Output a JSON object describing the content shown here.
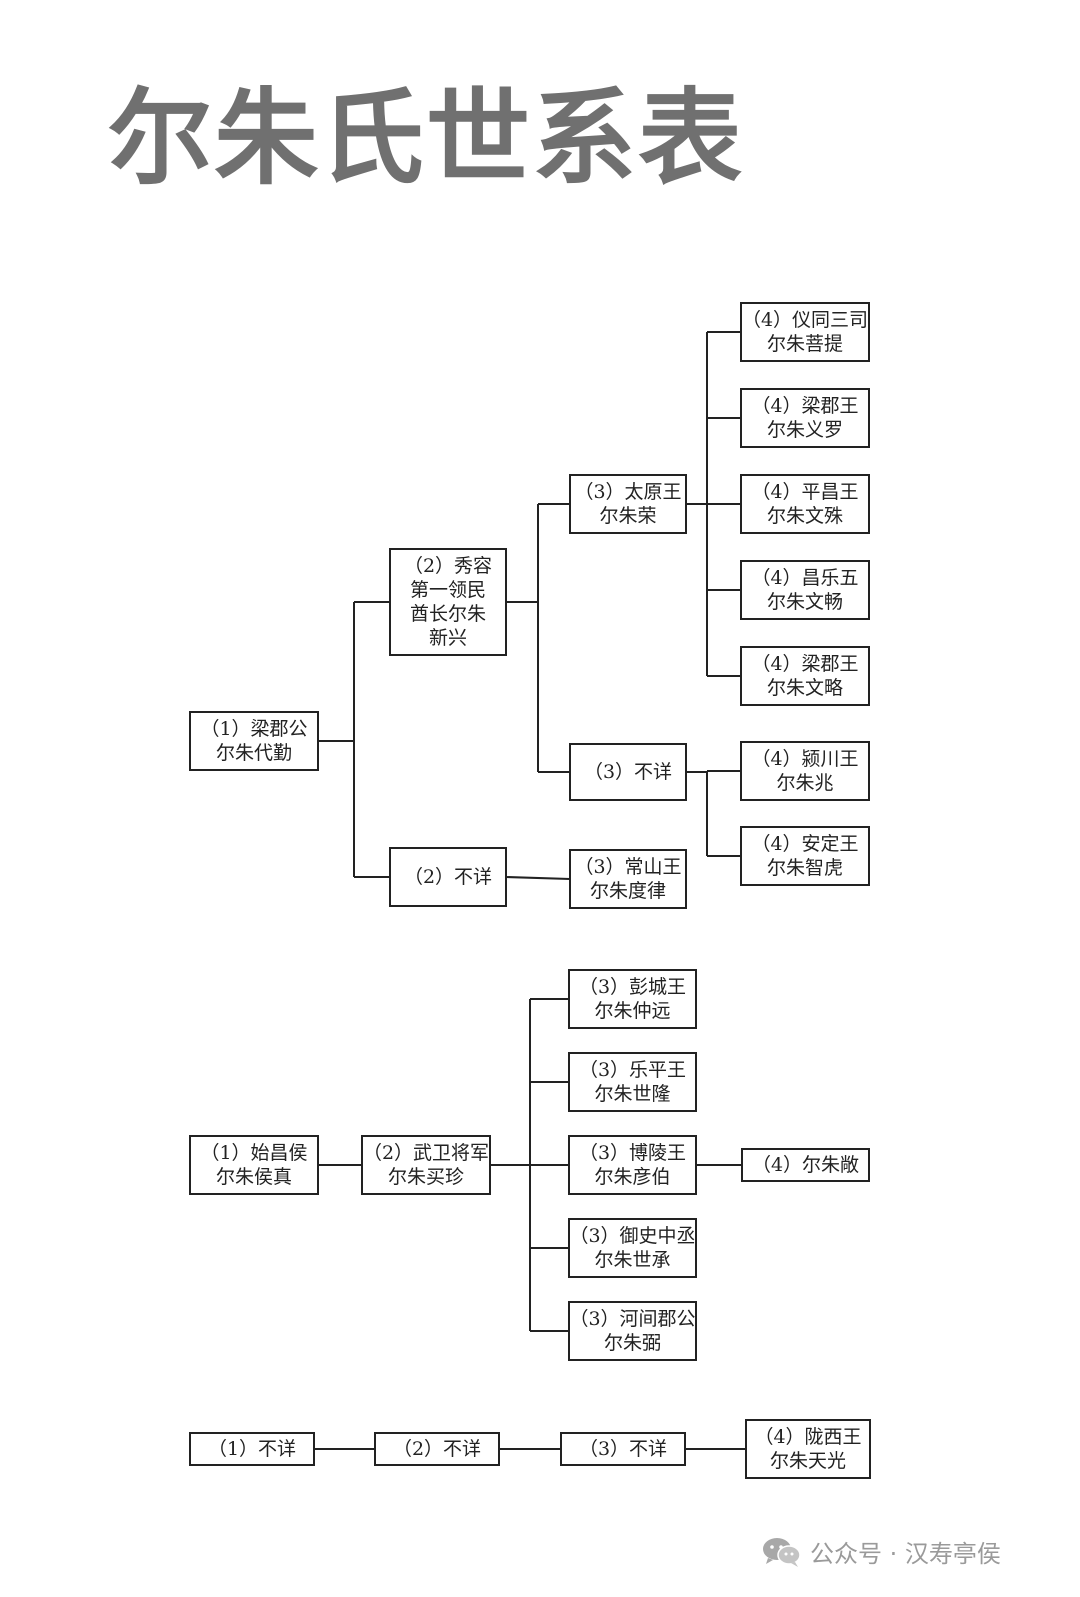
{
  "title": "尔朱氏世系表",
  "watermark": {
    "icon": "wechat-icon",
    "text": "公众号 · 汉寿亭侯"
  },
  "nodes": [
    {
      "id": "n1",
      "lines": [
        "（1）梁郡公",
        "尔朱代勤"
      ]
    },
    {
      "id": "n2",
      "lines": [
        "（2）秀容",
        "第一领民",
        "酋长尔朱",
        "新兴"
      ]
    },
    {
      "id": "n3",
      "lines": [
        "（2）不详"
      ]
    },
    {
      "id": "n4",
      "lines": [
        "（3）太原王",
        "尔朱荣"
      ]
    },
    {
      "id": "n5",
      "lines": [
        "（3）不详"
      ]
    },
    {
      "id": "n6",
      "lines": [
        "（3）常山王",
        "尔朱度律"
      ]
    },
    {
      "id": "n7",
      "lines": [
        "（4）仪同三司",
        "尔朱菩提"
      ]
    },
    {
      "id": "n8",
      "lines": [
        "（4）梁郡王",
        "尔朱义罗"
      ]
    },
    {
      "id": "n9",
      "lines": [
        "（4）平昌王",
        "尔朱文殊"
      ]
    },
    {
      "id": "n10",
      "lines": [
        "（4）昌乐五",
        "尔朱文畅"
      ]
    },
    {
      "id": "n11",
      "lines": [
        "（4）梁郡王",
        "尔朱文略"
      ]
    },
    {
      "id": "n12",
      "lines": [
        "（4）颍川王",
        "尔朱兆"
      ]
    },
    {
      "id": "n13",
      "lines": [
        "（4）安定王",
        "尔朱智虎"
      ]
    },
    {
      "id": "m1",
      "lines": [
        "（1）始昌侯",
        "尔朱侯真"
      ]
    },
    {
      "id": "m2",
      "lines": [
        "（2）武卫将军",
        "尔朱买珍"
      ]
    },
    {
      "id": "m3",
      "lines": [
        "（3）彭城王",
        "尔朱仲远"
      ]
    },
    {
      "id": "m4",
      "lines": [
        "（3）乐平王",
        "尔朱世隆"
      ]
    },
    {
      "id": "m5",
      "lines": [
        "（3）博陵王",
        "尔朱彦伯"
      ]
    },
    {
      "id": "m6",
      "lines": [
        "（3）御史中丞",
        "尔朱世承"
      ]
    },
    {
      "id": "m7",
      "lines": [
        "（3）河间郡公",
        "尔朱弼"
      ]
    },
    {
      "id": "m8",
      "lines": [
        "（4）尔朱敞"
      ]
    },
    {
      "id": "k1",
      "lines": [
        "（1）不详"
      ]
    },
    {
      "id": "k2",
      "lines": [
        "（2）不详"
      ]
    },
    {
      "id": "k3",
      "lines": [
        "（3）不详"
      ]
    },
    {
      "id": "k4",
      "lines": [
        "（4）陇西王",
        "尔朱天光"
      ]
    }
  ],
  "edges": [
    {
      "parent": "n1",
      "children": [
        "n2",
        "n3"
      ]
    },
    {
      "parent": "n2",
      "children": [
        "n4",
        "n5"
      ]
    },
    {
      "parent": "n4",
      "children": [
        "n7",
        "n8",
        "n9",
        "n10",
        "n11"
      ]
    },
    {
      "parent": "n5",
      "children": [
        "n12",
        "n13"
      ]
    },
    {
      "parent": "n3",
      "children": [
        "n6"
      ]
    },
    {
      "parent": "m1",
      "children": [
        "m2"
      ]
    },
    {
      "parent": "m2",
      "children": [
        "m3",
        "m4",
        "m5",
        "m6",
        "m7"
      ]
    },
    {
      "parent": "m5",
      "children": [
        "m8"
      ]
    },
    {
      "parent": "k1",
      "children": [
        "k2"
      ]
    },
    {
      "parent": "k2",
      "children": [
        "k3"
      ]
    },
    {
      "parent": "k3",
      "children": [
        "k4"
      ]
    }
  ]
}
